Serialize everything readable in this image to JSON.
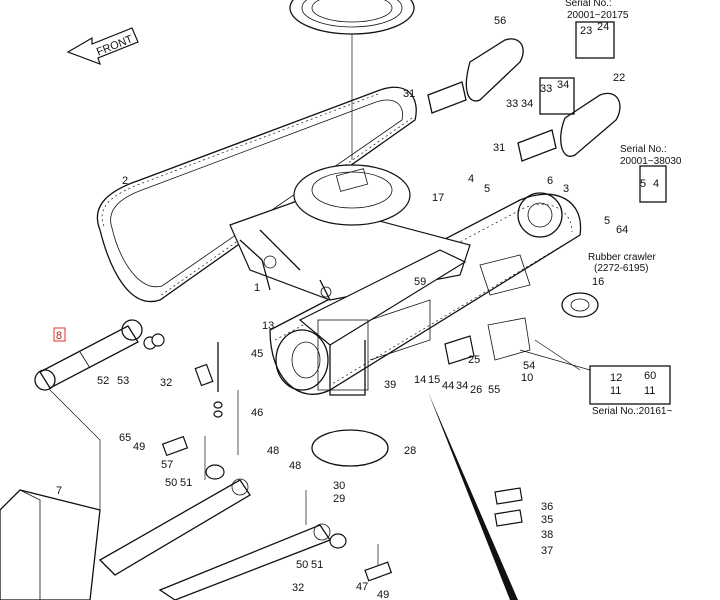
{
  "direction_label": "FRONT",
  "highlighted_part": "8",
  "notes": {
    "serial_top": [
      "Serial No.:",
      "20001~20175"
    ],
    "serial_right": [
      "Serial No.:",
      "20001~38030"
    ],
    "rubber_crawler": [
      "Rubber crawler",
      "(2272-6195)"
    ],
    "serial_bottom": "Serial No.:20161~"
  },
  "labels": [
    {
      "id": "56",
      "text": "56"
    },
    {
      "id": "23",
      "text": "23"
    },
    {
      "id": "24",
      "text": "24"
    },
    {
      "id": "33a",
      "text": "33"
    },
    {
      "id": "34a",
      "text": "34"
    },
    {
      "id": "22",
      "text": "22"
    },
    {
      "id": "31a",
      "text": "31"
    },
    {
      "id": "33b",
      "text": "33"
    },
    {
      "id": "34b",
      "text": "34"
    },
    {
      "id": "31b",
      "text": "31"
    },
    {
      "id": "5a",
      "text": "5"
    },
    {
      "id": "4a",
      "text": "4"
    },
    {
      "id": "2",
      "text": "2"
    },
    {
      "id": "17",
      "text": "17"
    },
    {
      "id": "4b",
      "text": "4"
    },
    {
      "id": "5b",
      "text": "5"
    },
    {
      "id": "6",
      "text": "6"
    },
    {
      "id": "3",
      "text": "3"
    },
    {
      "id": "5c",
      "text": "5"
    },
    {
      "id": "64",
      "text": "64"
    },
    {
      "id": "1",
      "text": "1"
    },
    {
      "id": "59",
      "text": "59"
    },
    {
      "id": "16",
      "text": "16"
    },
    {
      "id": "8",
      "text": "8"
    },
    {
      "id": "13",
      "text": "13"
    },
    {
      "id": "45",
      "text": "45"
    },
    {
      "id": "52",
      "text": "52"
    },
    {
      "id": "53",
      "text": "53"
    },
    {
      "id": "32a",
      "text": "32"
    },
    {
      "id": "39",
      "text": "39"
    },
    {
      "id": "14",
      "text": "14"
    },
    {
      "id": "15",
      "text": "15"
    },
    {
      "id": "44",
      "text": "44"
    },
    {
      "id": "34c",
      "text": "34"
    },
    {
      "id": "26",
      "text": "26"
    },
    {
      "id": "55",
      "text": "55"
    },
    {
      "id": "25",
      "text": "25"
    },
    {
      "id": "54",
      "text": "54"
    },
    {
      "id": "10",
      "text": "10"
    },
    {
      "id": "12",
      "text": "12"
    },
    {
      "id": "60",
      "text": "60"
    },
    {
      "id": "11a",
      "text": "11"
    },
    {
      "id": "11b",
      "text": "11"
    },
    {
      "id": "46",
      "text": "46"
    },
    {
      "id": "65",
      "text": "65"
    },
    {
      "id": "49a",
      "text": "49"
    },
    {
      "id": "57",
      "text": "57"
    },
    {
      "id": "48a",
      "text": "48"
    },
    {
      "id": "48b",
      "text": "48"
    },
    {
      "id": "28",
      "text": "28"
    },
    {
      "id": "50a",
      "text": "50"
    },
    {
      "id": "51a",
      "text": "51"
    },
    {
      "id": "30",
      "text": "30"
    },
    {
      "id": "29",
      "text": "29"
    },
    {
      "id": "7",
      "text": "7"
    },
    {
      "id": "36",
      "text": "36"
    },
    {
      "id": "35",
      "text": "35"
    },
    {
      "id": "38",
      "text": "38"
    },
    {
      "id": "37",
      "text": "37"
    },
    {
      "id": "50b",
      "text": "50"
    },
    {
      "id": "51b",
      "text": "51"
    },
    {
      "id": "32b",
      "text": "32"
    },
    {
      "id": "47",
      "text": "47"
    },
    {
      "id": "49b",
      "text": "49"
    }
  ]
}
